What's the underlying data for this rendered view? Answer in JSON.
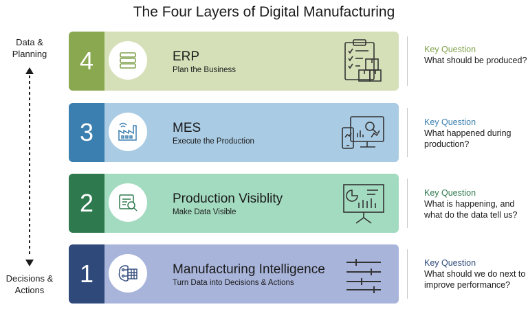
{
  "title": "The Four Layers of Digital Manufacturing",
  "axis": {
    "top_label": "Data &\nPlanning",
    "bottom_label": "Decisions &\nActions"
  },
  "layers": [
    {
      "number": "4",
      "name": "ERP",
      "subtitle": "Plan the Business",
      "key_label": "Key Question",
      "question": "What should be produced?",
      "colors": {
        "dark": "#8aa84f",
        "light": "#d5e0b8",
        "accent": "#7fa04a"
      }
    },
    {
      "number": "3",
      "name": "MES",
      "subtitle": "Execute the Production",
      "key_label": "Key Question",
      "question": "What happened during production?",
      "colors": {
        "dark": "#3a7fb0",
        "light": "#a9cbe3",
        "accent": "#3a7fb0"
      }
    },
    {
      "number": "2",
      "name": "Production Visiblity",
      "subtitle": "Make Data Visible",
      "key_label": "Key Question",
      "question": "What is happening, and what do the data tell us?",
      "colors": {
        "dark": "#2e7a4e",
        "light": "#a3dbc0",
        "accent": "#2e7a4e"
      }
    },
    {
      "number": "1",
      "name": "Manufacturing Intelligence",
      "subtitle": "Turn Data into Decisions & Actions",
      "key_label": "Key Question",
      "question": "What should we do next to improve performance?",
      "colors": {
        "dark": "#2f4a7a",
        "light": "#a8b4da",
        "accent": "#2f4a7a"
      }
    }
  ]
}
